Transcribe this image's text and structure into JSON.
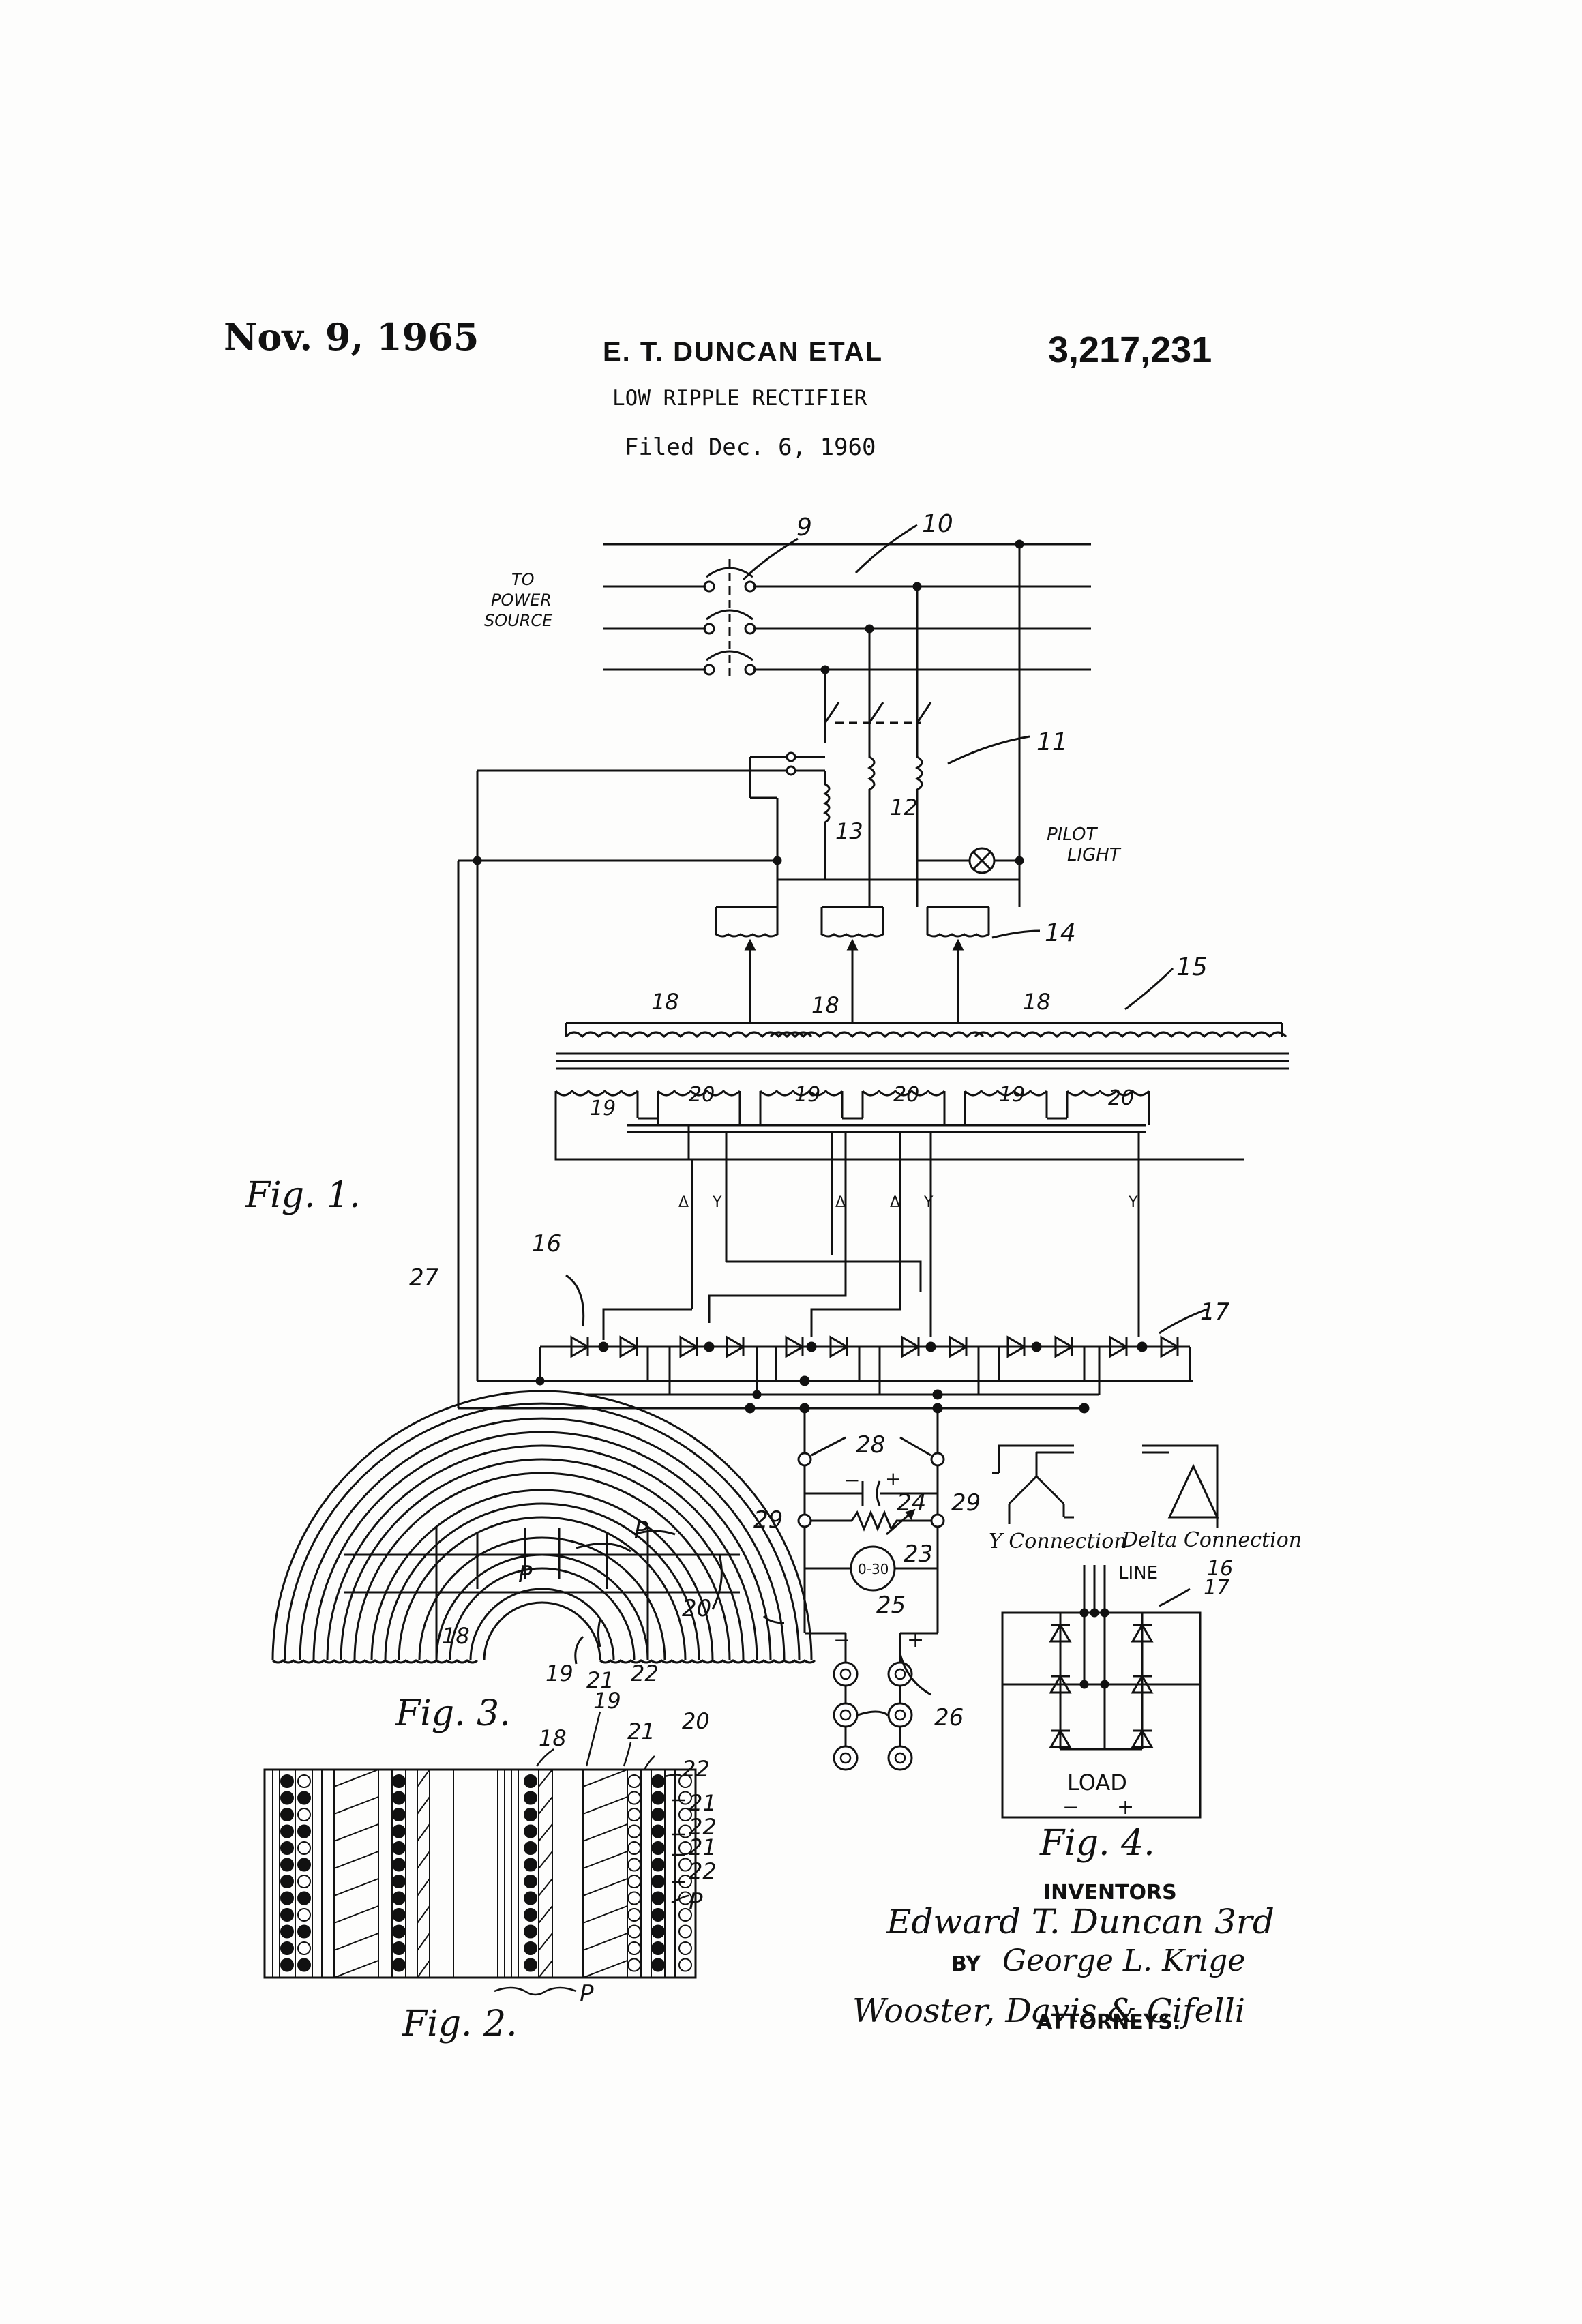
{
  "header": {
    "date": "Nov. 9, 1965",
    "inventor": "E. T. DUNCAN ETAL",
    "patent_number": "3,217,231",
    "title": "LOW RIPPLE RECTIFIER",
    "filed": "Filed Dec. 6, 1960"
  },
  "fig1": {
    "label": "Fig. 1.",
    "power_source": [
      "TO",
      "POWER",
      "SOURCE"
    ],
    "pilot_light": [
      "PILOT",
      "LIGHT"
    ],
    "refs": {
      "r9": "9",
      "r10": "10",
      "r11": "11",
      "r12": "12",
      "r13": "13",
      "r14": "14",
      "r15": "15",
      "r16": "16",
      "r17": "17",
      "r18": "18",
      "r19": "19",
      "r20": "20",
      "r23": "23",
      "r24": "24",
      "r25": "25",
      "r26": "26",
      "r27": "27",
      "r28": "28",
      "r29": "29"
    },
    "meter": "0-30",
    "delta": "Δ",
    "wye": "Y",
    "minus": "−",
    "plus": "+"
  },
  "fig2": {
    "label": "Fig. 2.",
    "refs": [
      "18",
      "19",
      "21",
      "20",
      "22",
      "21",
      "22",
      "21",
      "22",
      "P",
      "P"
    ]
  },
  "fig3": {
    "label": "Fig. 3.",
    "refs": [
      "P",
      "P",
      "18",
      "19",
      "21",
      "22",
      "20"
    ]
  },
  "fig4": {
    "label": "Fig. 4.",
    "y_connection": "Y Connection",
    "delta_connection": "Delta Connection",
    "line": "LINE",
    "load": "LOAD",
    "refs": [
      "16",
      "17"
    ],
    "minus": "−",
    "plus": "+"
  },
  "signature": {
    "inventors_label": "INVENTORS",
    "inventor1": "Edward T. Duncan 3rd",
    "by": "BY",
    "inventor2": "George L. Krige",
    "attorneys": "Wooster, Davis & Cifelli",
    "attorneys_label": "ATTORNEYS."
  }
}
